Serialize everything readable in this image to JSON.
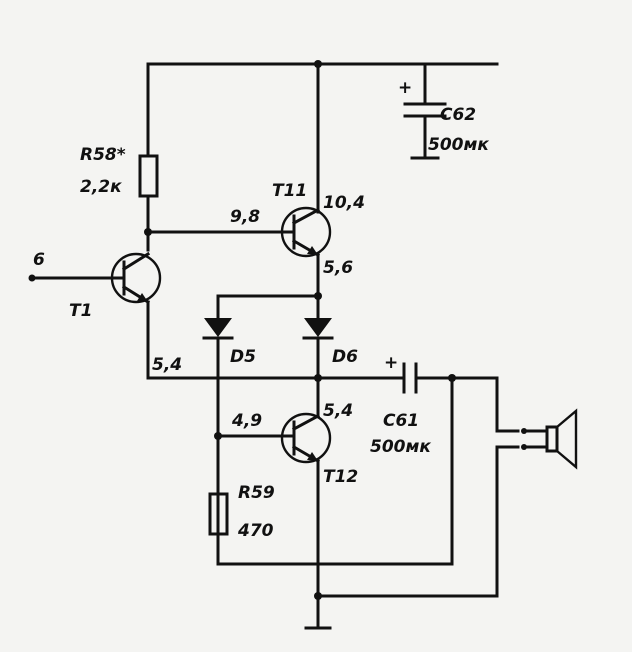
{
  "components": {
    "r58": {
      "ref": "R58*",
      "value": "2,2к"
    },
    "r59": {
      "ref": "R59",
      "value": "470"
    },
    "c61": {
      "ref": "C61",
      "value": "500мк",
      "polarity": "+"
    },
    "c62": {
      "ref": "C62",
      "value": "500мк",
      "polarity": "+"
    },
    "t1": {
      "ref": "T1"
    },
    "t11": {
      "ref": "T11"
    },
    "t12": {
      "ref": "T12"
    },
    "d5": {
      "ref": "D5"
    },
    "d6": {
      "ref": "D6"
    }
  },
  "input": {
    "label": "6"
  },
  "voltages": {
    "t11_base": "9,8",
    "t11_collector": "10,4",
    "t11_emitter": "5,6",
    "t1_collector": "5,4",
    "t12_base": "4,9",
    "t12_collector": "5,4"
  },
  "colors": {
    "ink": "#111111",
    "paper": "#f4f4f2"
  }
}
